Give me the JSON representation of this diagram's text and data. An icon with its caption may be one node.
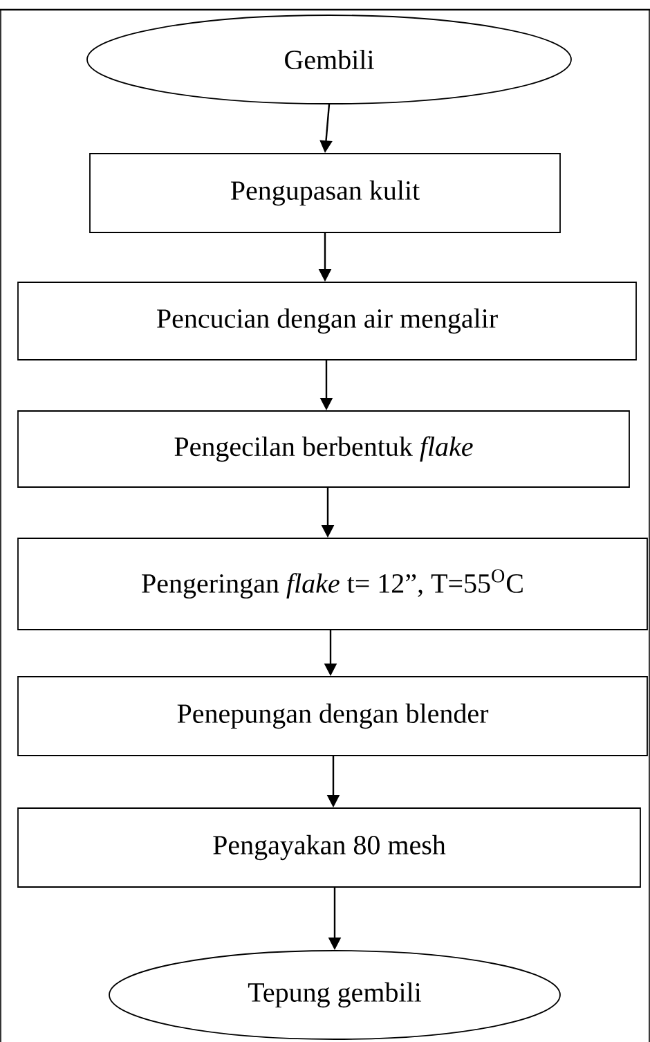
{
  "diagram": {
    "nodes": [
      {
        "text": [
          "Gembili"
        ]
      },
      {
        "text": [
          "Pengupasan kulit"
        ]
      },
      {
        "text": [
          "Pencucian dengan air mengalir"
        ]
      },
      {
        "text": [
          "Pengecilan berbentuk *flake*"
        ]
      },
      {
        "text": [
          "Pengeringan *flake*  t= 12”, T=55$^{O}$C"
        ]
      },
      {
        "text": [
          "Penepungan dengan blender"
        ]
      },
      {
        "text": [
          "Pengayakan 80 mesh"
        ]
      },
      {
        "text": [
          "Tepung gembili"
        ]
      }
    ],
    "edges": [
      {
        "from": 0,
        "to": 1,
        "arrow": "to"
      },
      {
        "from": 1,
        "to": 2,
        "arrow": "to"
      },
      {
        "from": 2,
        "to": 3,
        "arrow": "to"
      },
      {
        "from": 3,
        "to": 4,
        "arrow": "to"
      },
      {
        "from": 4,
        "to": 5,
        "arrow": "to"
      },
      {
        "from": 5,
        "to": 6,
        "arrow": "to"
      },
      {
        "from": 6,
        "to": 7,
        "arrow": "to"
      }
    ]
  }
}
